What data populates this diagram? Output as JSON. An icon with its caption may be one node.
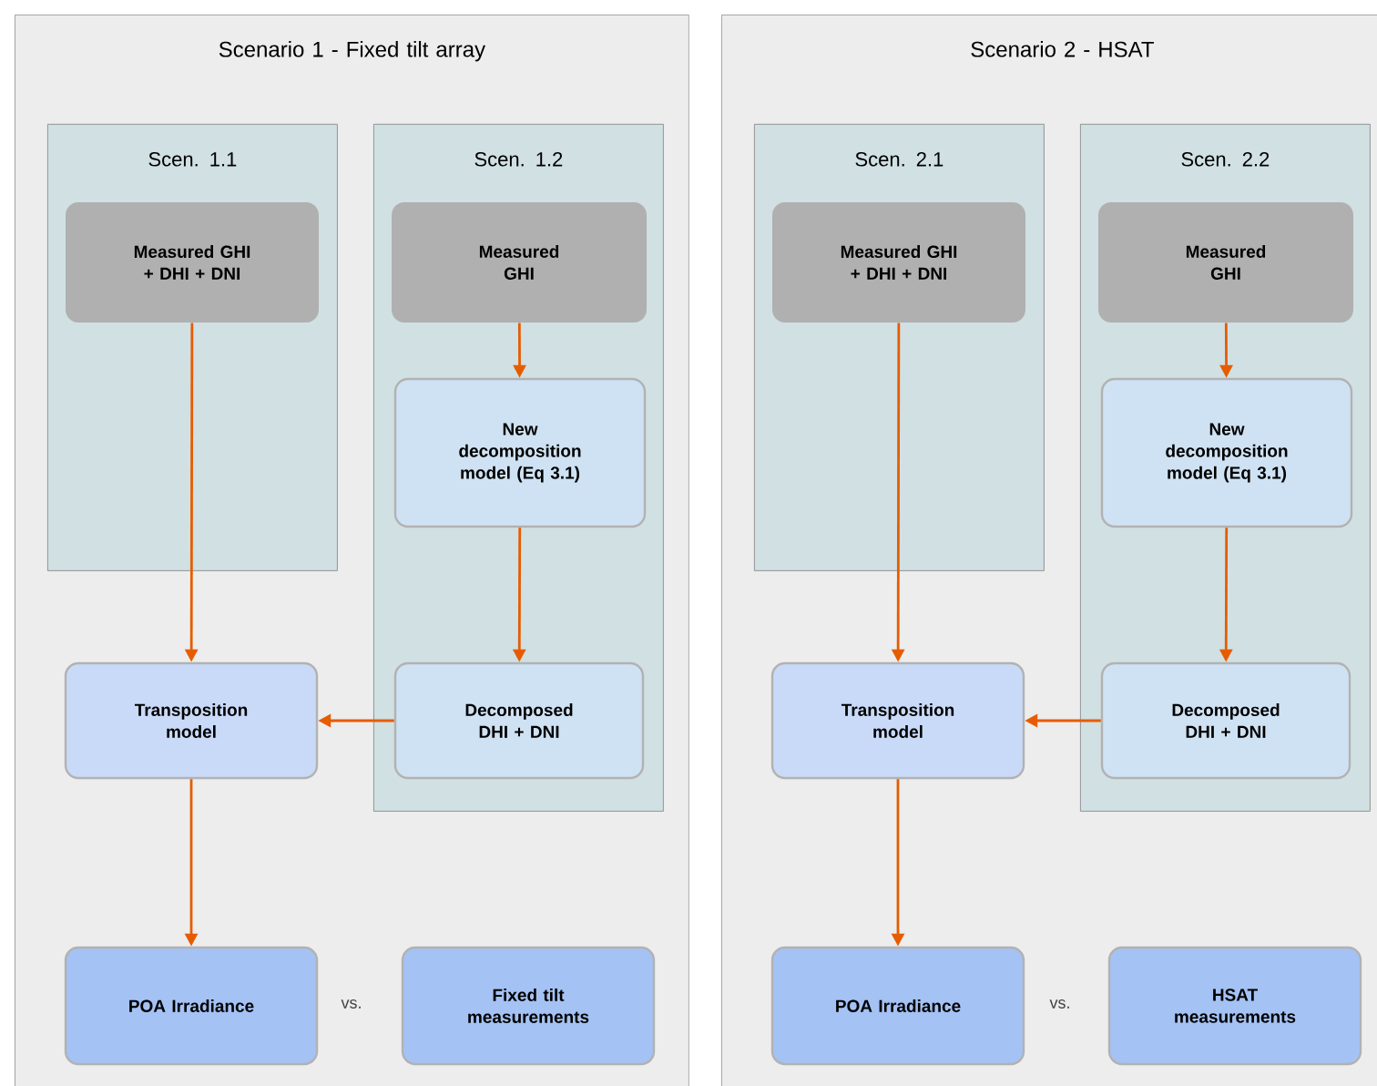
{
  "diagram": {
    "nodes": [
      {
        "text": [
          "Scenario 1 - Fixed tilt array"
        ]
      },
      {
        "text": [
          "Scen. 1.1"
        ],
        "in": 0
      },
      {
        "text": [
          "Measured GHI + DHI + DNI"
        ],
        "in": 1
      },
      {
        "text": [
          "Scen. 1.2"
        ],
        "in": 0
      },
      {
        "text": [
          "Measured GHI"
        ],
        "in": 3
      },
      {
        "text": [
          "New decomposition model (Eq 3.1)"
        ],
        "in": 3
      },
      {
        "text": [
          "Decomposed DHI + DNI"
        ],
        "in": 3
      },
      {
        "text": [
          "Transposition model"
        ],
        "in": 0
      },
      {
        "text": [
          "POA Irradiance"
        ],
        "in": 0
      },
      {
        "text": [
          "Fixed tilt measurements"
        ],
        "in": 0
      },
      {
        "text": [
          "Scenario 2 - HSAT"
        ]
      },
      {
        "text": [
          "Scen. 2.1"
        ],
        "in": 10
      },
      {
        "text": [
          "Measured GHI + DHI + DNI"
        ],
        "in": 11
      },
      {
        "text": [
          "Scen. 2.2"
        ],
        "in": 10
      },
      {
        "text": [
          "Measured GHI"
        ],
        "in": 13
      },
      {
        "text": [
          "New decomposition model (Eq 3.1)"
        ],
        "in": 13
      },
      {
        "text": [
          "Decomposed DHI + DNI"
        ],
        "in": 13
      },
      {
        "text": [
          "Transposition model"
        ],
        "in": 10
      },
      {
        "text": [
          "POA Irradiance"
        ],
        "in": 10
      },
      {
        "text": [
          "HSAT measurements"
        ],
        "in": 10
      }
    ],
    "edges": [
      {
        "from": 2,
        "to": 7,
        "arrow": "to"
      },
      {
        "from": 4,
        "to": 5,
        "arrow": "to"
      },
      {
        "from": 5,
        "to": 6,
        "arrow": "to"
      },
      {
        "from": 6,
        "to": 7,
        "arrow": "to"
      },
      {
        "from": 7,
        "to": 8,
        "arrow": "to"
      },
      {
        "from": 12,
        "to": 17,
        "arrow": "to"
      },
      {
        "from": 14,
        "to": 15,
        "arrow": "to"
      },
      {
        "from": 15,
        "to": 16,
        "arrow": "to"
      },
      {
        "from": 16,
        "to": 17,
        "arrow": "to"
      },
      {
        "from": 17,
        "to": 18,
        "arrow": "to"
      }
    ],
    "labels": [
      "vs.",
      "vs."
    ]
  }
}
